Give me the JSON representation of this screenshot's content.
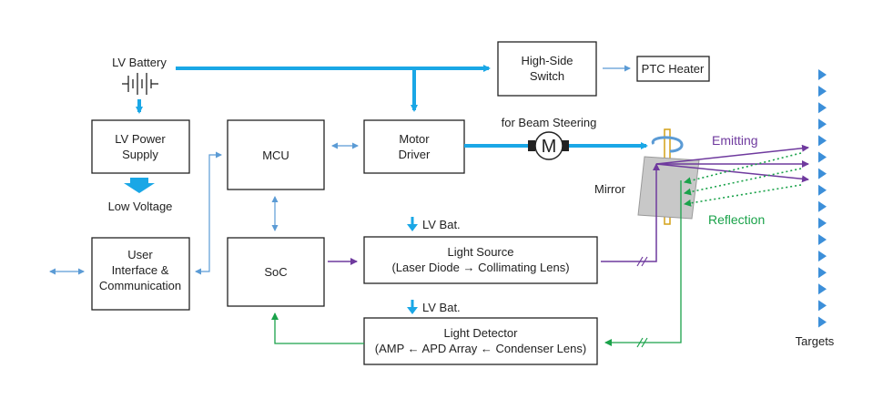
{
  "lv_battery": "LV Battery",
  "low_voltage": "Low Voltage",
  "for_beam_steering": "for Beam Steering",
  "motor_symbol": "M",
  "mirror": "Mirror",
  "emitting": "Emitting",
  "reflection": "Reflection",
  "targets": "Targets",
  "lv_bat_1": "LV Bat.",
  "lv_bat_2": "LV Bat.",
  "boxes": {
    "high_side_switch": [
      "High-Side",
      "Switch"
    ],
    "ptc_heater": "PTC Heater",
    "lv_power_supply": [
      "LV Power",
      "Supply"
    ],
    "mcu": "MCU",
    "motor_driver": [
      "Motor",
      "Driver"
    ],
    "user_interface": [
      "User",
      "Interface &",
      "Communication"
    ],
    "soc": "SoC",
    "light_source": [
      "Light Source",
      "(Laser Diode → Collimating Lens)"
    ],
    "light_detector": [
      "Light Detector",
      "(AMP ← APD Array ← Condenser Lens)"
    ]
  },
  "colors": {
    "power_line": "#1aa7e6",
    "signal_line": "#5b9bd5",
    "emit_line": "#6f3a9e",
    "reflect_line": "#1aa24a",
    "target_marker": "#3c8fd9",
    "mirror_fill": "#c8c8c8"
  }
}
